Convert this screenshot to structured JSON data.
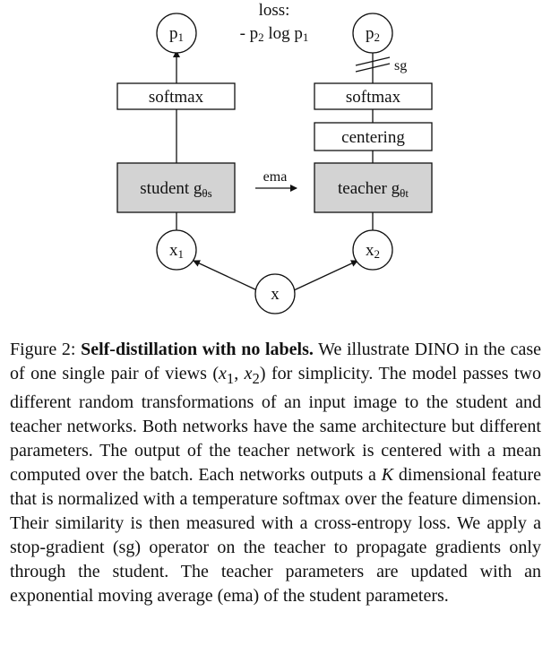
{
  "diagram": {
    "p1": "p",
    "p1_sub": "1",
    "p2": "p",
    "p2_sub": "2",
    "loss_line1": "loss:",
    "loss_line2_a": "- p",
    "loss_line2_sub1": "2",
    "loss_line2_b": " log p",
    "loss_line2_sub2": "1",
    "sg": "sg",
    "softmax_left": "softmax",
    "softmax_right": "softmax",
    "centering": "centering",
    "student_text": "student g",
    "student_sub": "θs",
    "teacher_text": "teacher g",
    "teacher_sub": "θt",
    "ema": "ema",
    "x1": "x",
    "x1_sub": "1",
    "x2": "x",
    "x2_sub": "2",
    "x": "x"
  },
  "caption": {
    "figure_label": "Figure 2: ",
    "bold_title": "Self-distillation with no labels.",
    "text_1": " We illustrate DINO in the case of one single pair of views (",
    "x1": "x",
    "x1_sub": "1",
    "comma": ", ",
    "x2": "x",
    "x2_sub": "2",
    "text_2": ") for simplicity. The model passes two different random transformations of an input image to the student and teacher networks. Both networks have the same architecture but different parameters. The output of the teacher network is centered with a mean computed over the batch. Each networks outputs a ",
    "K": "K",
    "text_3": " dimensional feature that is normalized with a temperature softmax over the feature dimension. Their similarity is then measured with a cross-entropy loss. We apply a stop-gradient (sg) operator on the teacher to propagate gradients only through the student. The teacher parameters are updated with an exponential moving average (ema) of the student parameters."
  },
  "colors": {
    "network_fill": "#d3d3d3",
    "stroke": "#111111"
  }
}
